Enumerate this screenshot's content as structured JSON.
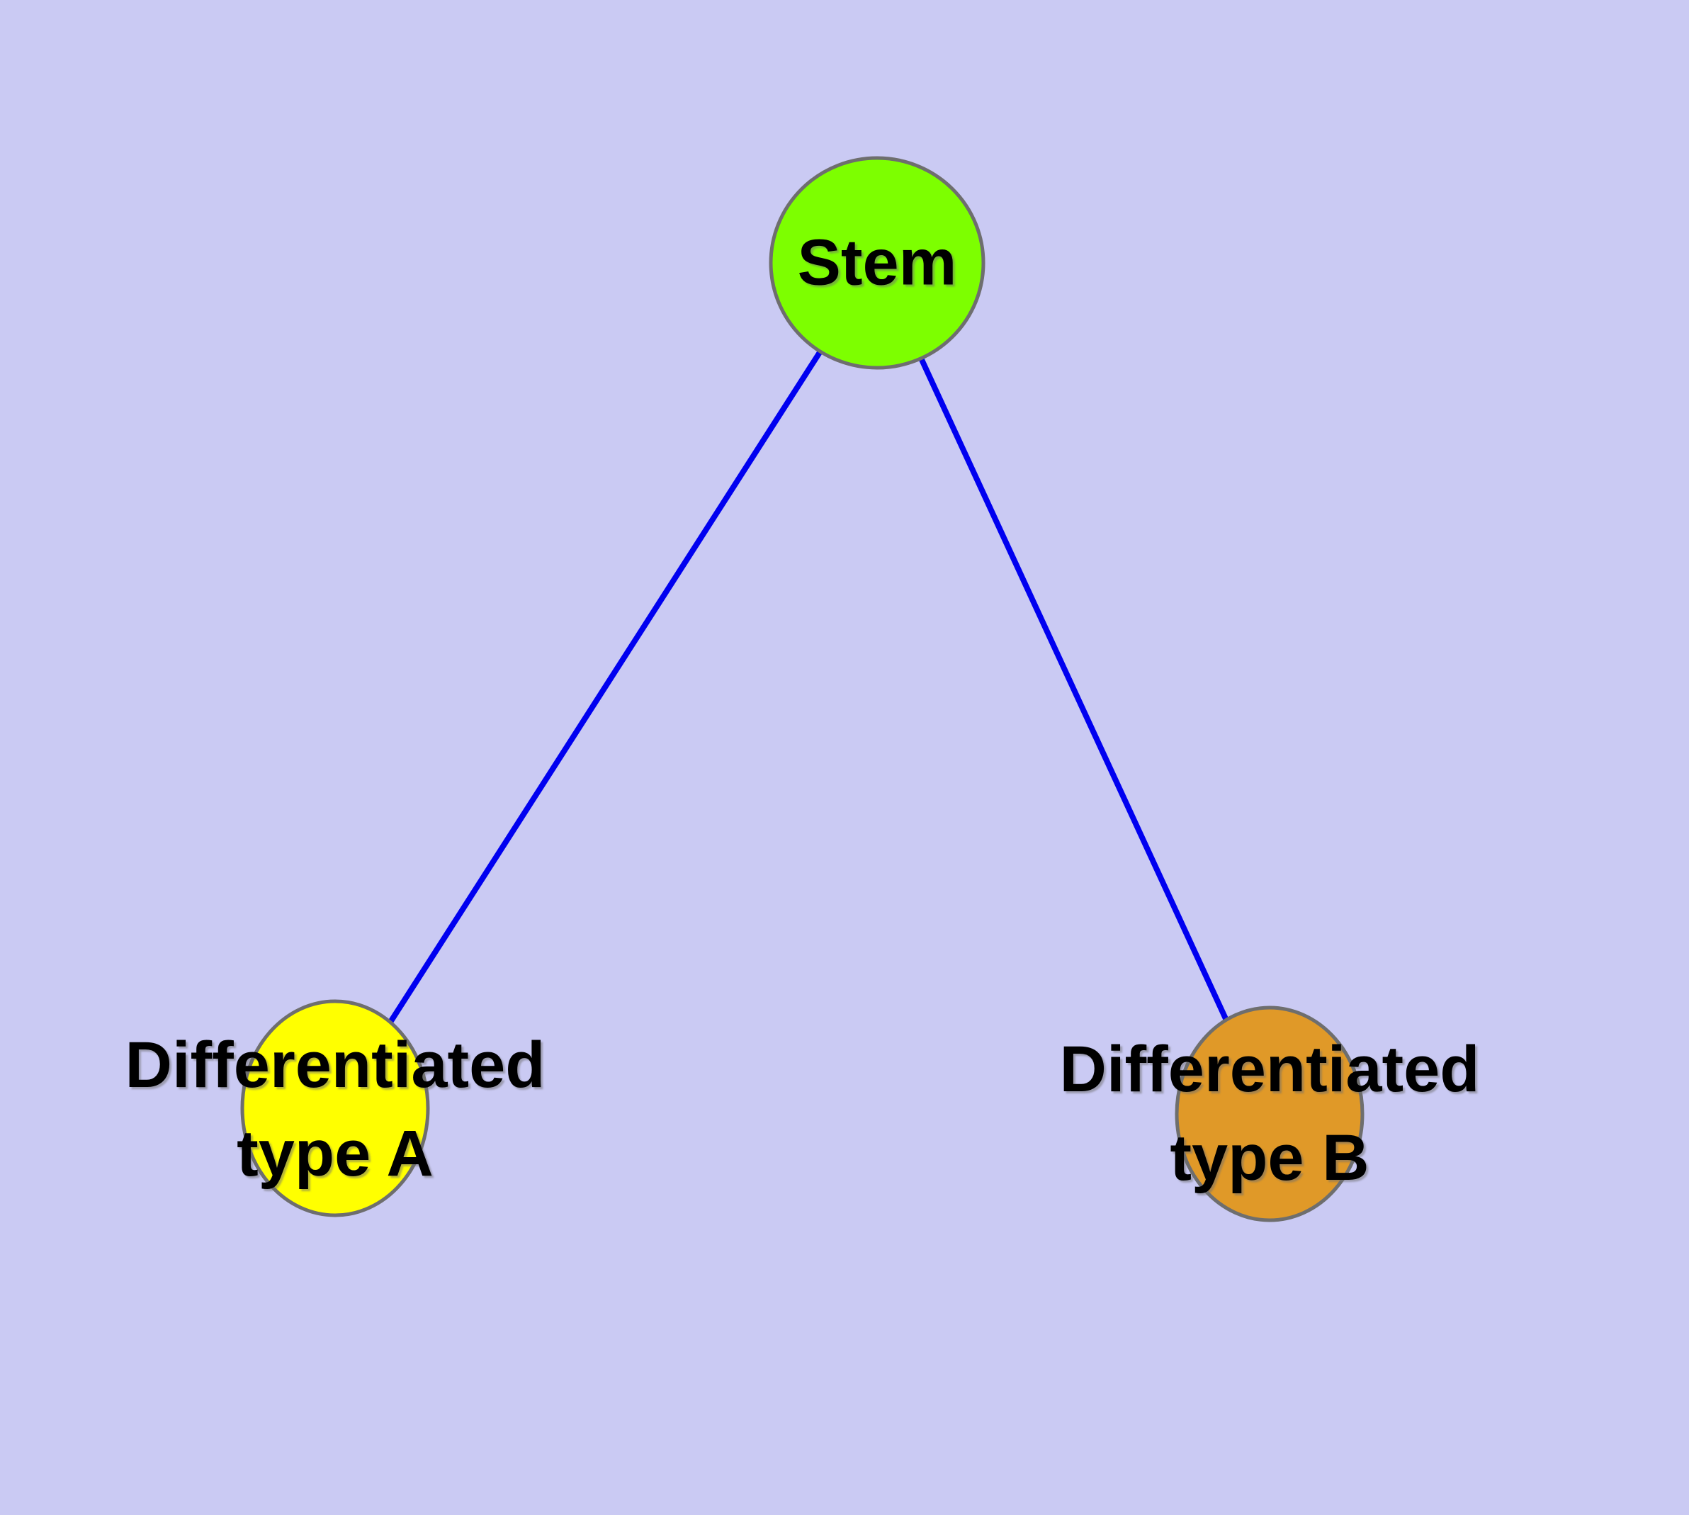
{
  "graph": {
    "type": "node-link-diagram",
    "nodes": {
      "stem": {
        "label": "Stem",
        "color": "#7dff00"
      },
      "type_a": {
        "label": "Differentiated\ntype A",
        "color": "#ffff00"
      },
      "type_b": {
        "label": "Differentiated\ntype B",
        "color": "#e09928"
      }
    },
    "edges": [
      {
        "from": "Stem",
        "to": "Differentiated type A"
      },
      {
        "from": "Stem",
        "to": "Differentiated type B"
      }
    ],
    "style": {
      "background_color": "#cacaf3",
      "edge_color": "#0000f0",
      "node_border_color": "#6e6e6e",
      "label_color": "#000000"
    }
  }
}
